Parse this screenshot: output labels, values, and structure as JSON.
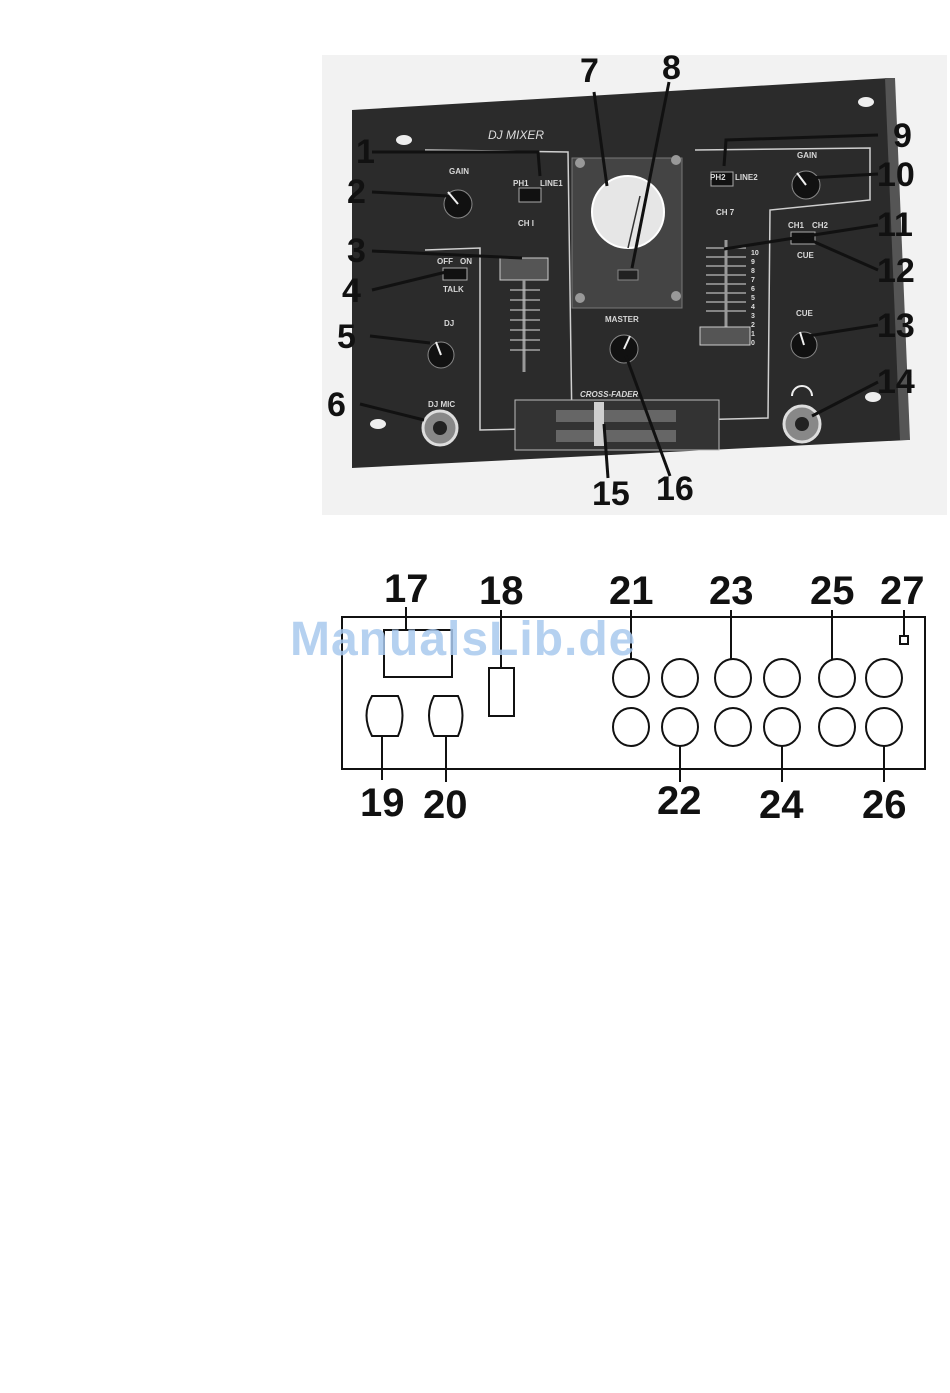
{
  "front_panel": {
    "title": "DJ MIXER",
    "texts": {
      "gain_left": "GAIN",
      "gain_right": "GAIN",
      "ph1": "PH1",
      "line1": "LINE1",
      "ph2": "PH2",
      "line2": "LINE2",
      "ch1": "CH I",
      "ch2": "CH 7",
      "off": "OFF",
      "on": "ON",
      "talk": "TALK",
      "dj": "DJ",
      "dj_mic": "DJ MIC",
      "master": "MASTER",
      "crossfader": "CROSS-FADER",
      "cue_ch1": "CH1",
      "cue_ch2": "CH2",
      "cue": "CUE",
      "cue_knob": "CUE",
      "knob_min": "0",
      "knob_max": "10"
    },
    "fader_scale": [
      "10",
      "9",
      "8",
      "7",
      "6",
      "5",
      "4",
      "3",
      "2",
      "1",
      "0"
    ],
    "callouts": [
      "1",
      "2",
      "3",
      "4",
      "5",
      "6",
      "7",
      "8",
      "9",
      "10",
      "11",
      "12",
      "13",
      "14",
      "15",
      "16"
    ]
  },
  "rear_panel": {
    "callouts_top": [
      "17",
      "18",
      "21",
      "23",
      "25",
      "27"
    ],
    "callouts_bottom": [
      "19",
      "20",
      "22",
      "24",
      "26"
    ]
  },
  "watermark": "ManualsLib.de",
  "colors": {
    "panel": "#2c2c2c",
    "ink": "#111111",
    "watermark": "#a9c9ee"
  }
}
